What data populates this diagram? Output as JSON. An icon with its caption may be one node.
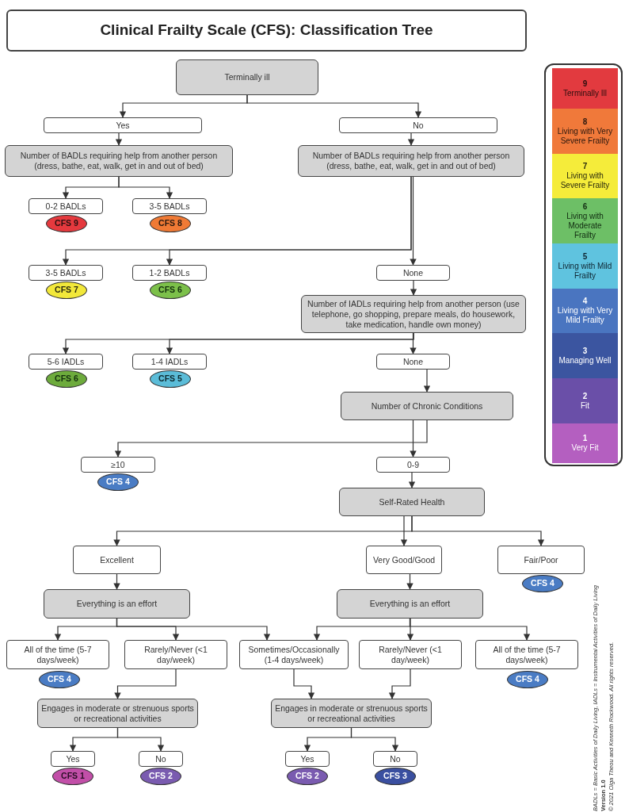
{
  "diagram": {
    "title": "Clinical Frailty Scale (CFS): Classification Tree",
    "nodes": [
      {
        "text": [
          "Terminally ill"
        ]
      },
      {
        "text": [
          "Yes"
        ]
      },
      {
        "text": [
          "No"
        ]
      },
      {
        "text": [
          "Number of BADLs requiring help from another person (dress, bathe, eat, walk, get in and out of bed)"
        ]
      },
      {
        "text": [
          "Number of BADLs requiring help from another person (dress, bathe, eat, walk, get in and out of bed)"
        ]
      },
      {
        "text": [
          "0-2 BADLs"
        ]
      },
      {
        "text": [
          "CFS 9"
        ]
      },
      {
        "text": [
          "3-5 BADLs"
        ]
      },
      {
        "text": [
          "CFS 8"
        ]
      },
      {
        "text": [
          "3-5 BADLs"
        ]
      },
      {
        "text": [
          "CFS 7"
        ]
      },
      {
        "text": [
          "1-2 BADLs"
        ]
      },
      {
        "text": [
          "CFS 6"
        ]
      },
      {
        "text": [
          "None"
        ]
      },
      {
        "text": [
          "Number of IADLs requiring help from another person (use telephone, go shopping, prepare meals, do housework, take medication, handle own money)"
        ]
      },
      {
        "text": [
          "5-6 IADLs"
        ]
      },
      {
        "text": [
          "CFS 6"
        ]
      },
      {
        "text": [
          "1-4 IADLs"
        ]
      },
      {
        "text": [
          "CFS 5"
        ]
      },
      {
        "text": [
          "None"
        ]
      },
      {
        "text": [
          "Number of Chronic Conditions"
        ]
      },
      {
        "text": [
          "≥10"
        ]
      },
      {
        "text": [
          "CFS 4"
        ]
      },
      {
        "text": [
          "0-9"
        ]
      },
      {
        "text": [
          "Self-Rated Health"
        ]
      },
      {
        "text": [
          "Excellent"
        ]
      },
      {
        "text": [
          "Very Good/Good"
        ]
      },
      {
        "text": [
          "Fair/Poor"
        ]
      },
      {
        "text": [
          "CFS 4"
        ]
      },
      {
        "text": [
          "Everything is an effort"
        ]
      },
      {
        "text": [
          "Everything is an effort"
        ]
      },
      {
        "text": [
          "All of the time (5-7 days/week)"
        ]
      },
      {
        "text": [
          "CFS 4"
        ]
      },
      {
        "text": [
          "Rarely/Never (<1 day/week)"
        ]
      },
      {
        "text": [
          "Sometimes/Occasionally (1-4 days/week)"
        ]
      },
      {
        "text": [
          "Rarely/Never (<1 day/week)"
        ]
      },
      {
        "text": [
          "All of the time (5-7 days/week)"
        ]
      },
      {
        "text": [
          "CFS 4"
        ]
      },
      {
        "text": [
          "Engages in moderate or strenuous sports or recreational activities"
        ]
      },
      {
        "text": [
          "Engages in moderate or strenuous sports or recreational activities"
        ]
      },
      {
        "text": [
          "Yes"
        ]
      },
      {
        "text": [
          "CFS 1"
        ]
      },
      {
        "text": [
          "No"
        ]
      },
      {
        "text": [
          "CFS 2"
        ]
      },
      {
        "text": [
          "Yes"
        ]
      },
      {
        "text": [
          "CFS 2"
        ]
      },
      {
        "text": [
          "No"
        ]
      },
      {
        "text": [
          "CFS 3"
        ]
      },
      {
        "text": [],
        "shape": "box"
      },
      {
        "text": [
          "9",
          "Terminally Ill"
        ],
        "in": 48
      },
      {
        "text": [
          "8",
          "Living with Very Severe Frailty"
        ],
        "in": 48
      },
      {
        "text": [
          "7",
          "Living with Severe Frailty"
        ],
        "in": 48
      },
      {
        "text": [
          "6",
          "Living with Moderate Frailty"
        ],
        "in": 48
      },
      {
        "text": [
          "5",
          "Living with Mild Frailty"
        ],
        "in": 48
      },
      {
        "text": [
          "4",
          "Living with Very Mild Frailty"
        ],
        "in": 48
      },
      {
        "text": [
          "3",
          "Managing Well"
        ],
        "in": 48
      },
      {
        "text": [
          "2",
          "Fit"
        ],
        "in": 48
      },
      {
        "text": [
          "1",
          "Very Fit"
        ],
        "in": 48
      }
    ],
    "edges": [
      {
        "from": 0,
        "to": 1,
        "arrow": "to"
      },
      {
        "from": 0,
        "to": 2,
        "arrow": "to"
      },
      {
        "from": 1,
        "to": 3,
        "arrow": "to"
      },
      {
        "from": 2,
        "to": 4,
        "arrow": "to"
      },
      {
        "from": 3,
        "to": 5,
        "arrow": "to"
      },
      {
        "from": 3,
        "to": 7,
        "arrow": "to"
      },
      {
        "from": 4,
        "to": 9,
        "arrow": "to"
      },
      {
        "from": 4,
        "to": 11,
        "arrow": "to"
      },
      {
        "from": 4,
        "to": 13,
        "arrow": "to"
      },
      {
        "from": 13,
        "to": 14,
        "arrow": "to"
      },
      {
        "from": 14,
        "to": 15,
        "arrow": "to"
      },
      {
        "from": 14,
        "to": 17,
        "arrow": "to"
      },
      {
        "from": 14,
        "to": 19,
        "arrow": "to"
      },
      {
        "from": 19,
        "to": 20,
        "arrow": "to"
      },
      {
        "from": 20,
        "to": 21,
        "arrow": "to"
      },
      {
        "from": 20,
        "to": 23,
        "arrow": "to"
      },
      {
        "from": 23,
        "to": 24,
        "arrow": "to"
      },
      {
        "from": 24,
        "to": 25,
        "arrow": "to"
      },
      {
        "from": 24,
        "to": 26,
        "arrow": "to"
      },
      {
        "from": 24,
        "to": 27,
        "arrow": "to"
      },
      {
        "from": 25,
        "to": 29,
        "arrow": "to"
      },
      {
        "from": 26,
        "to": 30,
        "arrow": "to"
      },
      {
        "from": 29,
        "to": 31,
        "arrow": "to"
      },
      {
        "from": 29,
        "to": 33,
        "arrow": "to"
      },
      {
        "from": 29,
        "to": 34,
        "arrow": "to"
      },
      {
        "from": 30,
        "to": 34,
        "arrow": "to"
      },
      {
        "from": 30,
        "to": 35,
        "arrow": "to"
      },
      {
        "from": 30,
        "to": 36,
        "arrow": "to"
      },
      {
        "from": 33,
        "to": 38,
        "arrow": "to"
      },
      {
        "from": 34,
        "to": 39,
        "arrow": "to"
      },
      {
        "from": 35,
        "to": 39,
        "arrow": "to"
      },
      {
        "from": 38,
        "to": 40,
        "arrow": "to"
      },
      {
        "from": 38,
        "to": 42,
        "arrow": "to"
      },
      {
        "from": 39,
        "to": 44,
        "arrow": "to"
      },
      {
        "from": 39,
        "to": 46,
        "arrow": "to"
      }
    ],
    "labels": [
      "BADLs = Basic Activities of Daily Living, IADLs = Instrumental Activities of Daily Living",
      "Version 1.0",
      "© 2021 Olga Theou and Kenneth Rockwood. All rights reserved."
    ]
  }
}
